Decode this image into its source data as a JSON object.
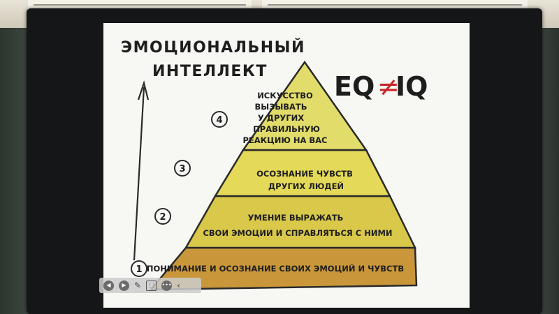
{
  "title_line1": "ЭМОЦИОНАЛЬНЫЙ",
  "title_line2": "ИНТЕЛЛЕКТ",
  "eq_left": "EQ",
  "eq_neq": "≠",
  "eq_right": "IQ",
  "levels": [
    {
      "number": "1",
      "lines": [
        "ПОНИМАНИЕ И ОСОЗНАНИЕ СВОИХ ЭМОЦИЙ И ЧУВСТВ"
      ],
      "color": "#c9973a"
    },
    {
      "number": "2",
      "lines": [
        "УМЕНИЕ ВЫРАЖАТЬ",
        "СВОИ ЭМОЦИИ И СПРАВЛЯТЬСЯ С НИМИ"
      ],
      "color": "#d9c84a"
    },
    {
      "number": "3",
      "lines": [
        "ОСОЗНАНИЕ ЧУВСТВ",
        "ДРУГИХ ЛЮДЕЙ"
      ],
      "color": "#e4d958"
    },
    {
      "number": "4",
      "lines": [
        "ИСКУССТВО",
        "ВЫЗЫВАТЬ",
        "У ДРУГИХ",
        "ПРАВИЛЬНУЮ",
        "РЕАКЦИЮ НА ВАС"
      ],
      "color": "#e2dc6a"
    }
  ],
  "colors": {
    "neq": "#c8262a",
    "outline": "#2a2a2a"
  },
  "toolbar": {
    "icons": [
      "chevron-left-icon",
      "chevron-right-icon",
      "pen-icon",
      "select-icon",
      "more-icon",
      "collapse-icon"
    ]
  }
}
